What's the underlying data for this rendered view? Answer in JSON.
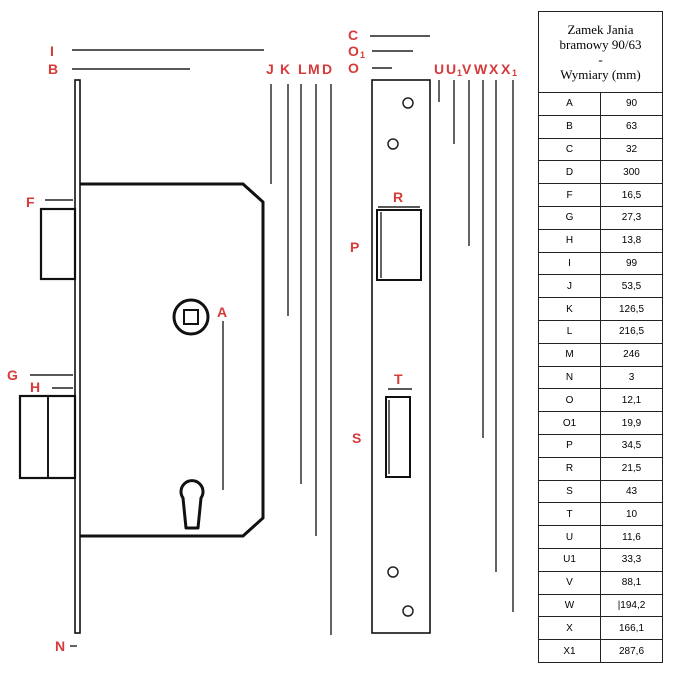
{
  "table": {
    "title_line1": "Zamek Jania",
    "title_line2": "bramowy 90/63",
    "title_sep": "-",
    "title_line3": "Wymiary (mm)",
    "rows": [
      {
        "key": "A",
        "value": "90"
      },
      {
        "key": "B",
        "value": "63"
      },
      {
        "key": "C",
        "value": "32"
      },
      {
        "key": "D",
        "value": "300"
      },
      {
        "key": "F",
        "value": "16,5"
      },
      {
        "key": "G",
        "value": "27,3"
      },
      {
        "key": "H",
        "value": "13,8"
      },
      {
        "key": "I",
        "value": "99"
      },
      {
        "key": "J",
        "value": "53,5"
      },
      {
        "key": "K",
        "value": "126,5"
      },
      {
        "key": "L",
        "value": "216,5"
      },
      {
        "key": "M",
        "value": "246"
      },
      {
        "key": "N",
        "value": "3"
      },
      {
        "key": "O",
        "value": "12,1"
      },
      {
        "key": "O1",
        "value": "19,9"
      },
      {
        "key": "P",
        "value": "34,5"
      },
      {
        "key": "R",
        "value": "21,5"
      },
      {
        "key": "S",
        "value": "43"
      },
      {
        "key": "T",
        "value": "10"
      },
      {
        "key": "U",
        "value": "11,6"
      },
      {
        "key": "U1",
        "value": "33,3"
      },
      {
        "key": "V",
        "value": "88,1"
      },
      {
        "key": "W",
        "value": "|194,2"
      },
      {
        "key": "X",
        "value": "166,1"
      },
      {
        "key": "X1",
        "value": "287,6"
      }
    ]
  },
  "labels": {
    "I": "I",
    "B": "B",
    "J": "J",
    "K": "K",
    "L": "L",
    "M": "M",
    "D": "D",
    "F": "F",
    "G": "G",
    "H": "H",
    "A": "A",
    "N": "N",
    "C": "C",
    "O1": "O",
    "O1_sub": "1",
    "O": "O",
    "U": "U",
    "U1": "U",
    "U1_sub": "1",
    "V": "V",
    "W": "W",
    "X": "X",
    "X1": "X",
    "X1_sub": "1",
    "R": "R",
    "P": "P",
    "T": "T",
    "S": "S"
  },
  "colors": {
    "label": "#d63a3a",
    "line": "#1a1a1a"
  }
}
